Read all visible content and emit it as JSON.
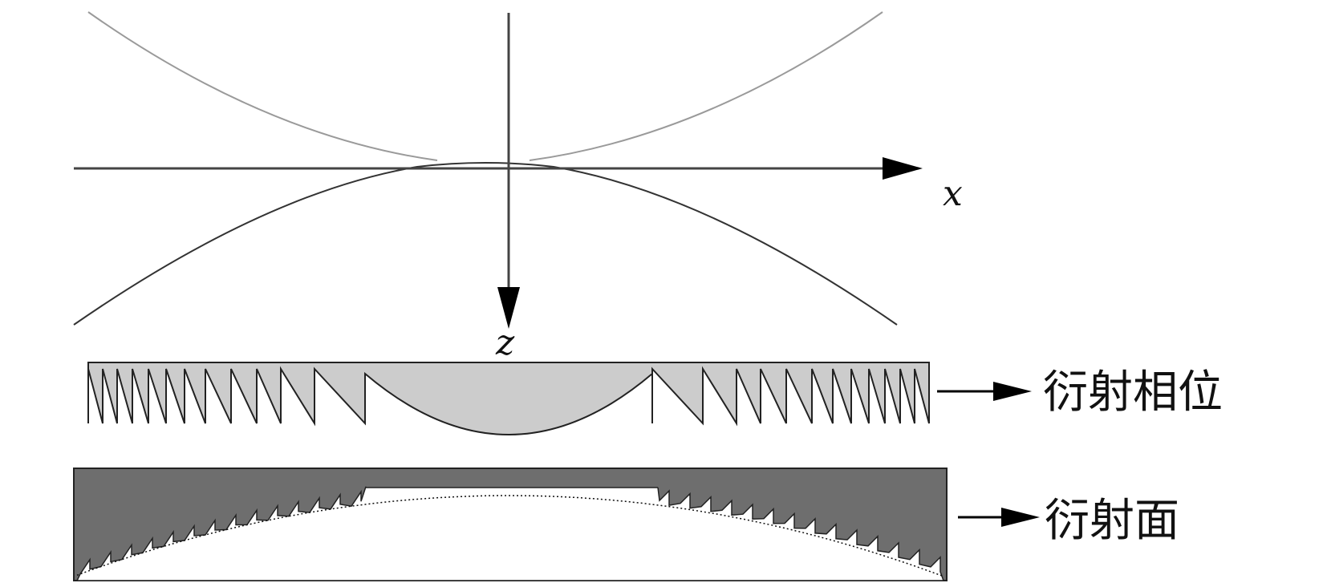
{
  "axes": {
    "x_label": "x",
    "z_label": "z"
  },
  "labels": {
    "diffraction_phase": "衍射相位",
    "diffraction_surface": "衍射面"
  },
  "colors": {
    "phase_fill": "#cccccc",
    "surface_fill": "#6e6e6e",
    "line": "#222222",
    "curve_upper": "#9a9a9a",
    "curve_lower": "#333333"
  }
}
